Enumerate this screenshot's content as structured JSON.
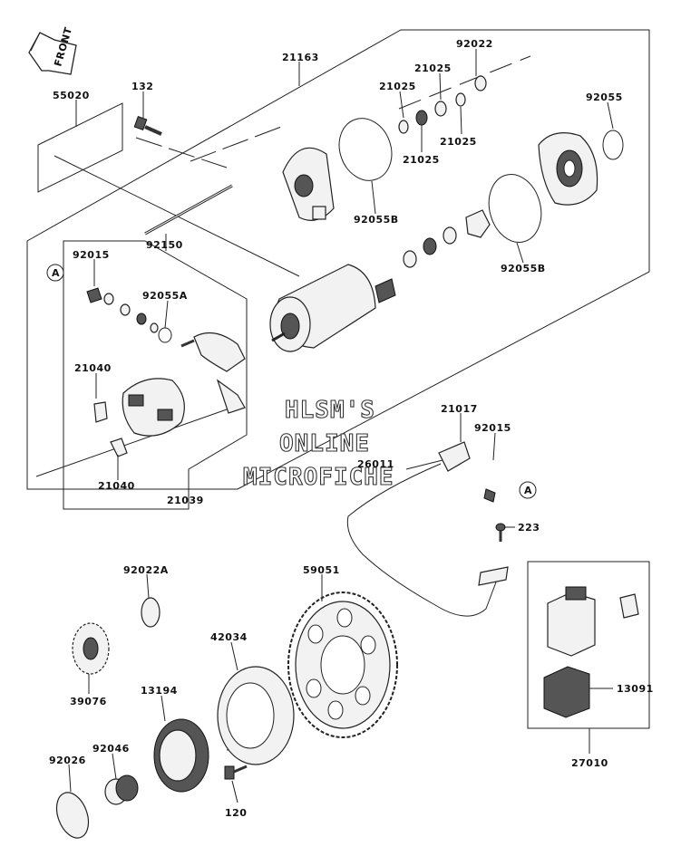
{
  "front_arrow": {
    "text": "FRONT"
  },
  "watermark": {
    "line1": "HLSM'S",
    "line2": "ONLINE",
    "line3": "MICROFICHE"
  },
  "ref_marks": {
    "a1": "A",
    "a2": "A"
  },
  "labels": {
    "p21163": "21163",
    "p92022": "92022",
    "p55020": "55020",
    "p132": "132",
    "p21025a": "21025",
    "p21025b": "21025",
    "p21025c": "21025",
    "p21025d": "21025",
    "p92055": "92055",
    "p92055b_top": "92055B",
    "p92150": "92150",
    "p92015_left": "92015",
    "p92055a": "92055A",
    "p92055b_right": "92055B",
    "p21040_top": "21040",
    "p21040_bottom": "21040",
    "p21039": "21039",
    "p21017": "21017",
    "p92015_right": "92015",
    "p26011": "26011",
    "p223": "223",
    "p92022a": "92022A",
    "p59051": "59051",
    "p42034": "42034",
    "p39076": "39076",
    "p13194": "13194",
    "p13091": "13091",
    "p92046": "92046",
    "p92026": "92026",
    "p27010": "27010",
    "p120": "120"
  }
}
